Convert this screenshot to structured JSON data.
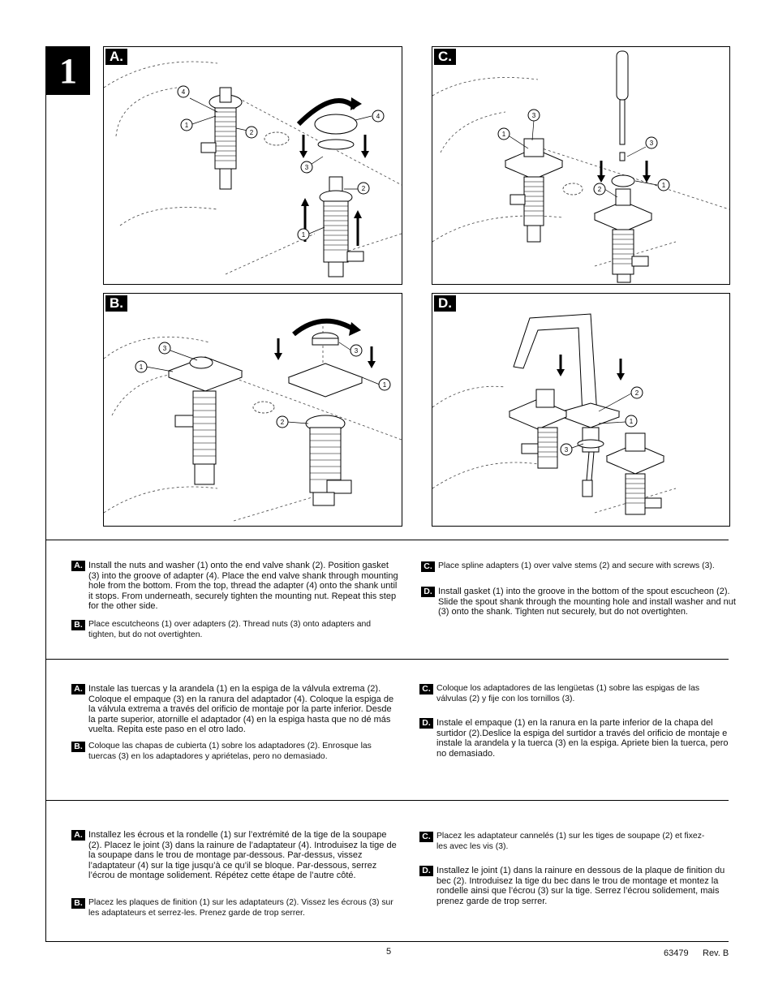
{
  "step": {
    "number": "1"
  },
  "panels": {
    "a": {
      "label": "A."
    },
    "b": {
      "label": "B."
    },
    "c": {
      "label": "C."
    },
    "d": {
      "label": "D."
    }
  },
  "callouts": [
    "1",
    "2",
    "3",
    "4"
  ],
  "instructions": {
    "english": {
      "a": {
        "badge": "A.",
        "text": "Install the nuts and washer (1) onto the end valve shank (2). Position gasket (3) into the groove of adapter (4). Place the end valve shank through mounting hole from the bottom. From the top, thread the adapter (4) onto the shank until it stops. From underneath, securely tighten the mounting nut. Repeat this step for the other side."
      },
      "b": {
        "badge": "B.",
        "text": "Place escutcheons (1) over adapters (2). Thread nuts (3) onto adapters and tighten, but do not overtighten."
      },
      "c": {
        "badge": "C.",
        "text": "Place spline adapters (1) over valve stems (2) and secure with screws (3)."
      },
      "d": {
        "badge": "D.",
        "text": "Install gasket (1) into the groove in the bottom of the spout escucheon (2). Slide the spout shank through the mounting hole and install washer and nut (3) onto the shank. Tighten nut securely, but do not overtighten."
      }
    },
    "spanish": {
      "a": {
        "badge": "A.",
        "text": "Instale las tuercas y la arandela (1) en la espiga de la válvula extrema (2). Coloque el empaque (3) en la ranura del adaptador (4). Coloque la espiga de la válvula extrema a través del orificio de montaje por la parte inferior. Desde la parte superior, atornille el adaptador (4) en la espiga hasta que no dé más vuelta. Repita este paso en el otro lado."
      },
      "b": {
        "badge": "B.",
        "text": "Coloque las chapas de cubierta (1) sobre los adaptadores (2). Enrosque las tuercas (3) en los adaptadores y apriételas, pero no demasiado."
      },
      "c": {
        "badge": "C.",
        "text": "Coloque los adaptadores de las lengüetas (1) sobre las espigas de las válvulas (2) y fije con los tornillos (3)."
      },
      "d": {
        "badge": "D.",
        "text": "Instale el empaque (1) en la ranura en la parte inferior de la chapa del surtidor (2).Deslice la espiga del surtidor a través del orificio de montaje e instale la arandela y la tuerca (3) en la espiga. Apriete bien la tuerca, pero no demasiado."
      }
    },
    "french": {
      "a": {
        "badge": "A.",
        "text": "Installez les écrous et la rondelle (1) sur l’extrémité de la tige de la soupape (2). Placez le joint (3) dans la rainure de l’adaptateur (4). Introduisez la tige de la soupape dans le trou de montage par-dessous. Par-dessus, vissez l’adaptateur (4) sur la tige jusqu’à ce qu’il se bloque. Par-dessous, serrez l’écrou de montage solidement. Répétez cette étape de l’autre côté."
      },
      "b": {
        "badge": "B.",
        "text": "Placez les plaques de finition (1) sur les adaptateurs (2). Vissez les écrous (3) sur les adaptateurs et serrez-les. Prenez garde de trop serrer."
      },
      "c": {
        "badge": "C.",
        "text": "Placez les adaptateur cannelés (1) sur les tiges de soupape (2) et fixez-les avec les vis (3)."
      },
      "d": {
        "badge": "D.",
        "text": "Installez le joint (1) dans la rainure en dessous de la plaque de finition du bec (2). Introduisez la tige du bec dans le trou de montage et montez la rondelle ainsi que l’écrou (3) sur la tige. Serrez l’écrou solidement, mais prenez garde de trop serrer."
      }
    }
  },
  "footer": {
    "page_number": "5",
    "doc_number": "63479",
    "revision": "Rev. B"
  }
}
